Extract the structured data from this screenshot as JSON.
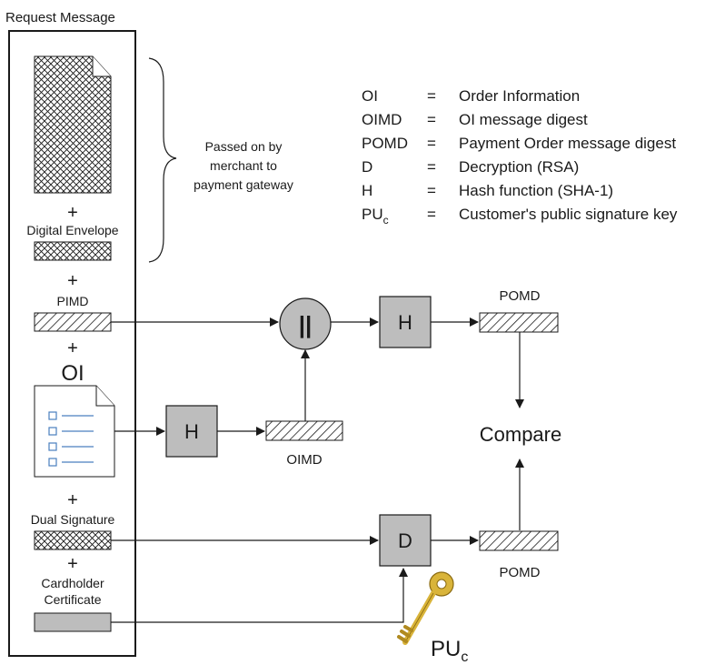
{
  "title": "Request Message",
  "stack": {
    "plus": "+",
    "digital_envelope": "Digital Envelope",
    "pimd": "PIMD",
    "oi": "OI",
    "dual_signature": "Dual Signature",
    "cardholder_certificate_line1": "Cardholder",
    "cardholder_certificate_line2": "Certificate"
  },
  "brace_note": {
    "line1": "Passed on by",
    "line2": "merchant to",
    "line3": "payment gateway"
  },
  "legend": [
    {
      "abbr": "OI",
      "sub": "",
      "eq": "=",
      "meaning": "Order Information"
    },
    {
      "abbr": "OIMD",
      "sub": "",
      "eq": "=",
      "meaning": "OI message digest"
    },
    {
      "abbr": "POMD",
      "sub": "",
      "eq": "=",
      "meaning": "Payment Order message digest"
    },
    {
      "abbr": "D",
      "sub": "",
      "eq": "=",
      "meaning": "Decryption (RSA)"
    },
    {
      "abbr": "H",
      "sub": "",
      "eq": "=",
      "meaning": "Hash function (SHA-1)"
    },
    {
      "abbr": "PU",
      "sub": "c",
      "eq": "=",
      "meaning": "Customer's public signature key"
    }
  ],
  "flow": {
    "concat_symbol": "||",
    "hash_symbol": "H",
    "decrypt_symbol": "D",
    "oimd": "OIMD",
    "pomd_top": "POMD",
    "pomd_bottom": "POMD",
    "compare": "Compare",
    "key_label": "PU",
    "key_label_sub": "c"
  },
  "colors": {
    "box_fill": "#bdbdbd",
    "key_gold": "#d9b43a",
    "line": "#1a1a1a"
  }
}
